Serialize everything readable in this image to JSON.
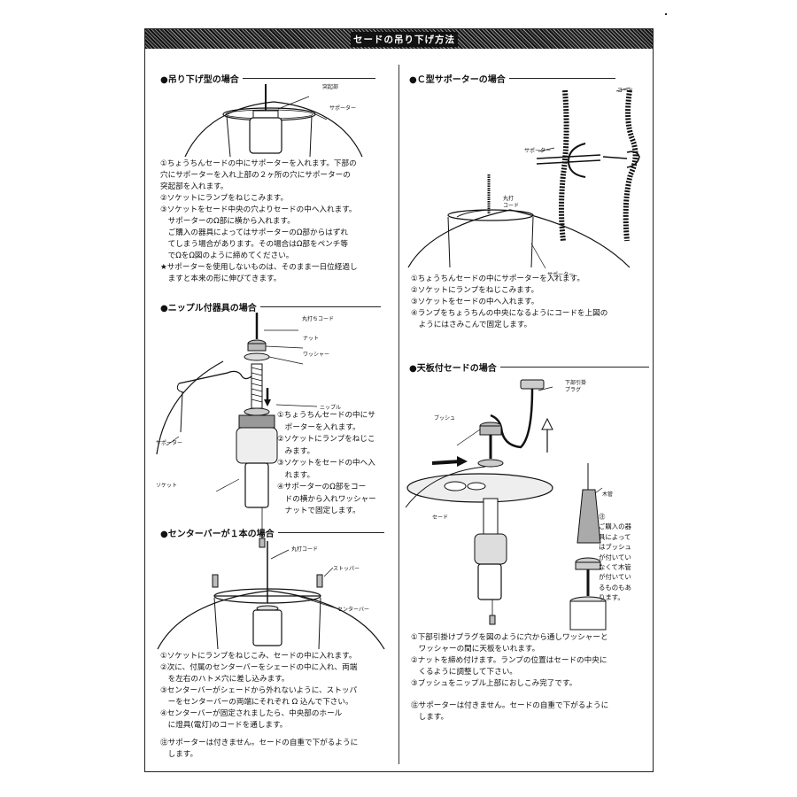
{
  "page_title": "セードの吊り下げ方法",
  "left": {
    "s1": {
      "heading": "●吊り下げ型の場合",
      "labels": {
        "protrusion": "突起部",
        "supporter": "サポーター"
      },
      "text": "①ちょうちんセードの中にサポーターを入れます。下部の\n穴にサポーターを入れ上部の２ヶ所の穴にサポーターの\n突起部を入れます。\n②ソケットにランプをねじこみます。\n③ソケットをセード中央の穴よりセードの中へ入れます。\n　サポーターのΩ部に横から入れます。\n　ご購入の器具によってはサポーターのΩ部からはずれ\n　てしまう場合があります。その場合はΩ部をペンチ等\n　でΩをΩ図のように締めてください。\n★サポーターを使用しないものは、そのまま一日位経過し\n　ますと本来の形に伸びてきます。"
    },
    "s2": {
      "heading": "●ニップル付器具の場合",
      "labels": {
        "cord": "丸打ちコード",
        "nut": "ナット",
        "washer": "ワッシャー",
        "nipple": "ニップル",
        "supporter": "サポーター",
        "socket": "ソケット"
      },
      "text": "①ちょうちんセードの中にサ\n　ポーターを入れます。\n②ソケットにランプをねじこ\n　みます。\n③ソケットをセードの中へ入\n　れます。\n④サポーターのΩ部をコー\n　ドの横から入れワッシャー\n　ナットで固定します。"
    },
    "s3": {
      "heading": "●センターバーが１本の場合",
      "labels": {
        "cord": "丸打コード",
        "stopper": "ストッパー",
        "centerbar": "センターバー"
      },
      "text": "①ソケットにランプをねじこみ、セードの中に入れます。\n②次に、付属のセンターバーをシェードの中に入れ、両端\n　を左右のハトメ穴に差し込みます。\n③センターバーがシェードから外れないように、ストッパ\n　ーをセンターバーの両端にそれぞれ Ω 込んで下さい。\n④センターバーが固定されましたら、中央部のホール\n　に燈具(電灯)のコードを通します。",
      "note": "㊟サポーターは付きません。セードの自重で下がるように\n　します。"
    }
  },
  "right": {
    "s4": {
      "heading": "●Ｃ型サポーターの場合",
      "labels": {
        "cord_top": "コード",
        "supporter_top": "サポーター",
        "cord": "丸打\nコード",
        "supporter": "サポーター"
      },
      "text": "①ちょうちんセードの中にサポーターを入れます。\n②ソケットにランプをねじこみます。\n③ソケットをセードの中へ入れます。\n④ランプをちょうちんの中央になるようにコードを上図の\n　ようにはさみこんで固定します。"
    },
    "s5": {
      "heading": "●天板付セードの場合",
      "labels": {
        "plug": "下部引掛\nプラグ",
        "bush": "ブッシュ",
        "shade": "セード",
        "wood": "木管"
      },
      "side_note": "㊟\nご購入の器\n具によって\nはブッシュ\nが付いてい\nなくて木管\nが付いてい\nるものもあ\nります。",
      "text": "①下部引掛けプラグを図のように穴から通しワッシャーと\n　ワッシャーの間に天板をいれます。\n②ナットを締め付けます。ランプの位置はセードの中央に\n　くるように調整して下さい。\n③ブッシュをニップル上部におしこみ完了です。",
      "note": "㊟サポーターは付きません。セードの自重で下がるように\n　します。"
    }
  }
}
